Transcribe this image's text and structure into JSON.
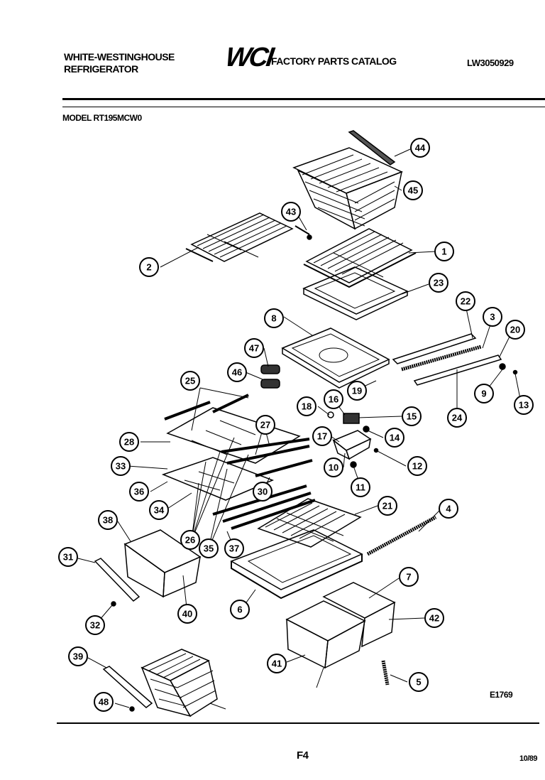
{
  "header": {
    "brand_line1": "WHITE-WESTINGHOUSE",
    "brand_line2": "REFRIGERATOR",
    "logo_text": "WCI",
    "catalog_title": "FACTORY PARTS CATALOG",
    "document_number": "LW3050929",
    "model": "MODEL RT195MCW0"
  },
  "footer": {
    "diagram_code": "E1769",
    "page": "F4",
    "date": "10/89"
  },
  "callouts": [
    "44",
    "45",
    "43",
    "1",
    "2",
    "23",
    "22",
    "3",
    "8",
    "20",
    "47",
    "46",
    "9",
    "13",
    "24",
    "19",
    "16",
    "18",
    "15",
    "14",
    "12",
    "25",
    "27",
    "17",
    "28",
    "33",
    "10",
    "11",
    "36",
    "30",
    "34",
    "4",
    "21",
    "38",
    "26",
    "35",
    "37",
    "31",
    "7",
    "40",
    "6",
    "42",
    "32",
    "41",
    "5",
    "39",
    "48"
  ]
}
